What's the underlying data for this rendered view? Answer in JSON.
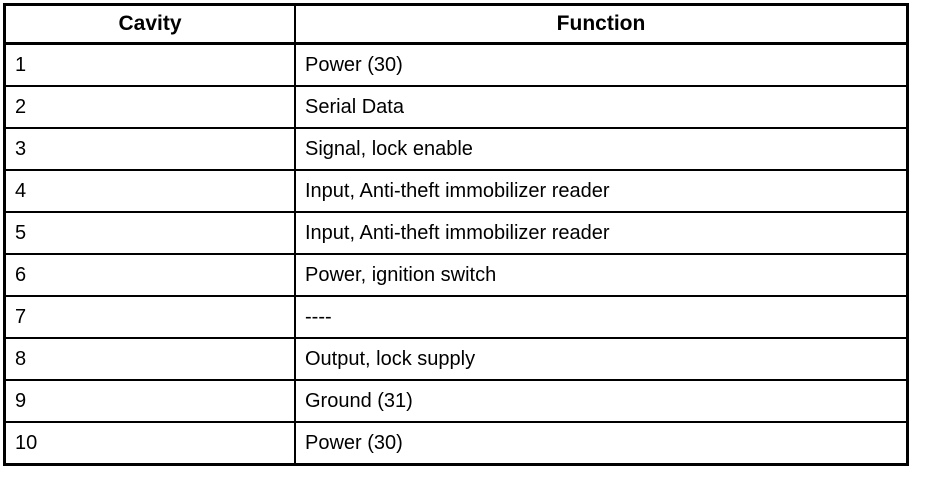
{
  "table": {
    "headers": [
      "Cavity",
      "Function"
    ],
    "rows": [
      {
        "cavity": "1",
        "function": "Power (30)"
      },
      {
        "cavity": "2",
        "function": "Serial Data"
      },
      {
        "cavity": "3",
        "function": "Signal, lock enable"
      },
      {
        "cavity": "4",
        "function": "Input, Anti-theft immobilizer reader"
      },
      {
        "cavity": "5",
        "function": "Input, Anti-theft immobilizer reader"
      },
      {
        "cavity": "6",
        "function": "Power, ignition switch"
      },
      {
        "cavity": "7",
        "function": "----"
      },
      {
        "cavity": "8",
        "function": "Output, lock supply"
      },
      {
        "cavity": "9",
        "function": "Ground (31)"
      },
      {
        "cavity": "10",
        "function": "Power (30)"
      }
    ],
    "colors": {
      "border": "#000000",
      "background": "#ffffff",
      "text": "#000000"
    }
  }
}
